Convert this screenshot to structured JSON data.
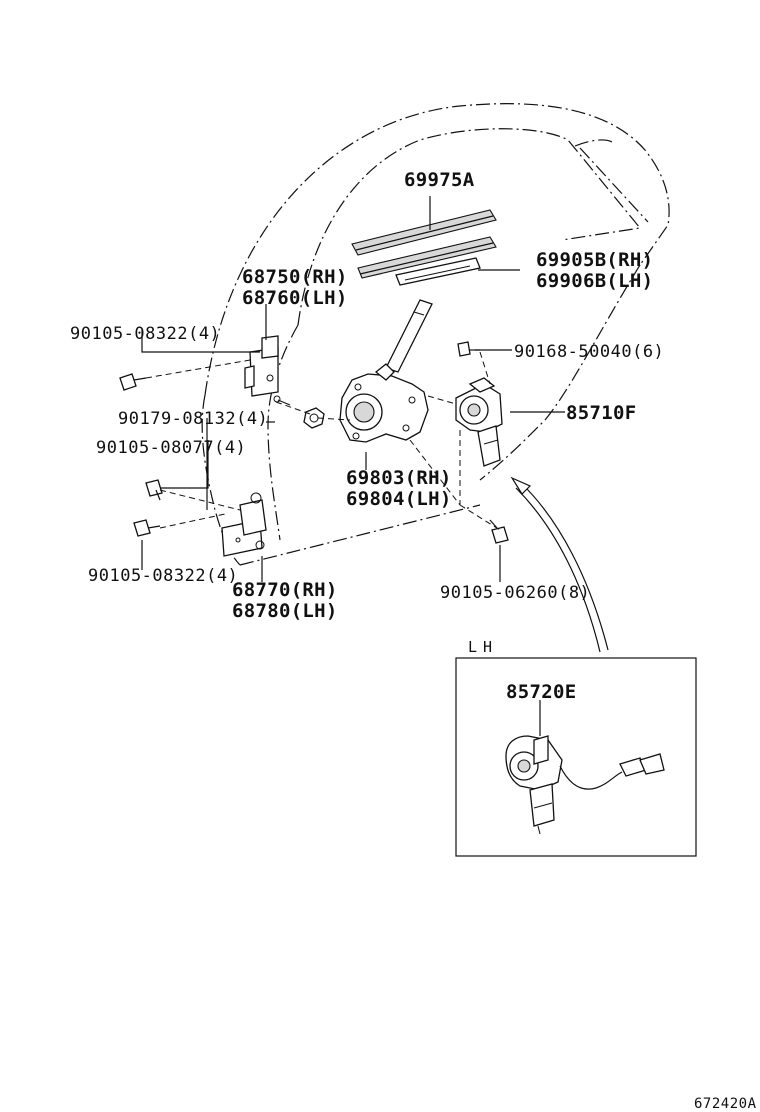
{
  "labels": {
    "p69975A": "69975A",
    "p69905B": "69905B(RH)",
    "p69906B": "69906B(LH)",
    "p68750": "68750(RH)",
    "p68760": "68760(LH)",
    "b90105_08322_top": "90105-08322(4)",
    "b90168_50040": "90168-50040(6)",
    "p85710F": "85710F",
    "b90179_08132": "90179-08132(4)",
    "b90105_08077": "90105-08077(4)",
    "p69803": "69803(RH)",
    "p69804": "69804(LH)",
    "b90105_08322_bottom": "90105-08322(4)",
    "p68770": "68770(RH)",
    "p68780": "68780(LH)",
    "b90105_06260": "90105-06260(8)",
    "inset_title": "LH",
    "p85720E": "85720E",
    "drawing_code": "672420A"
  },
  "icons": {
    "door_outline": "door-outline-icon",
    "window_channel": "window-channel-icon",
    "hinge": "door-hinge-icon",
    "bolt": "bolt-icon",
    "nut": "nut-icon",
    "regulator": "window-regulator-icon",
    "motor": "window-motor-icon",
    "pointer_arrow": "pointer-arrow-icon"
  }
}
